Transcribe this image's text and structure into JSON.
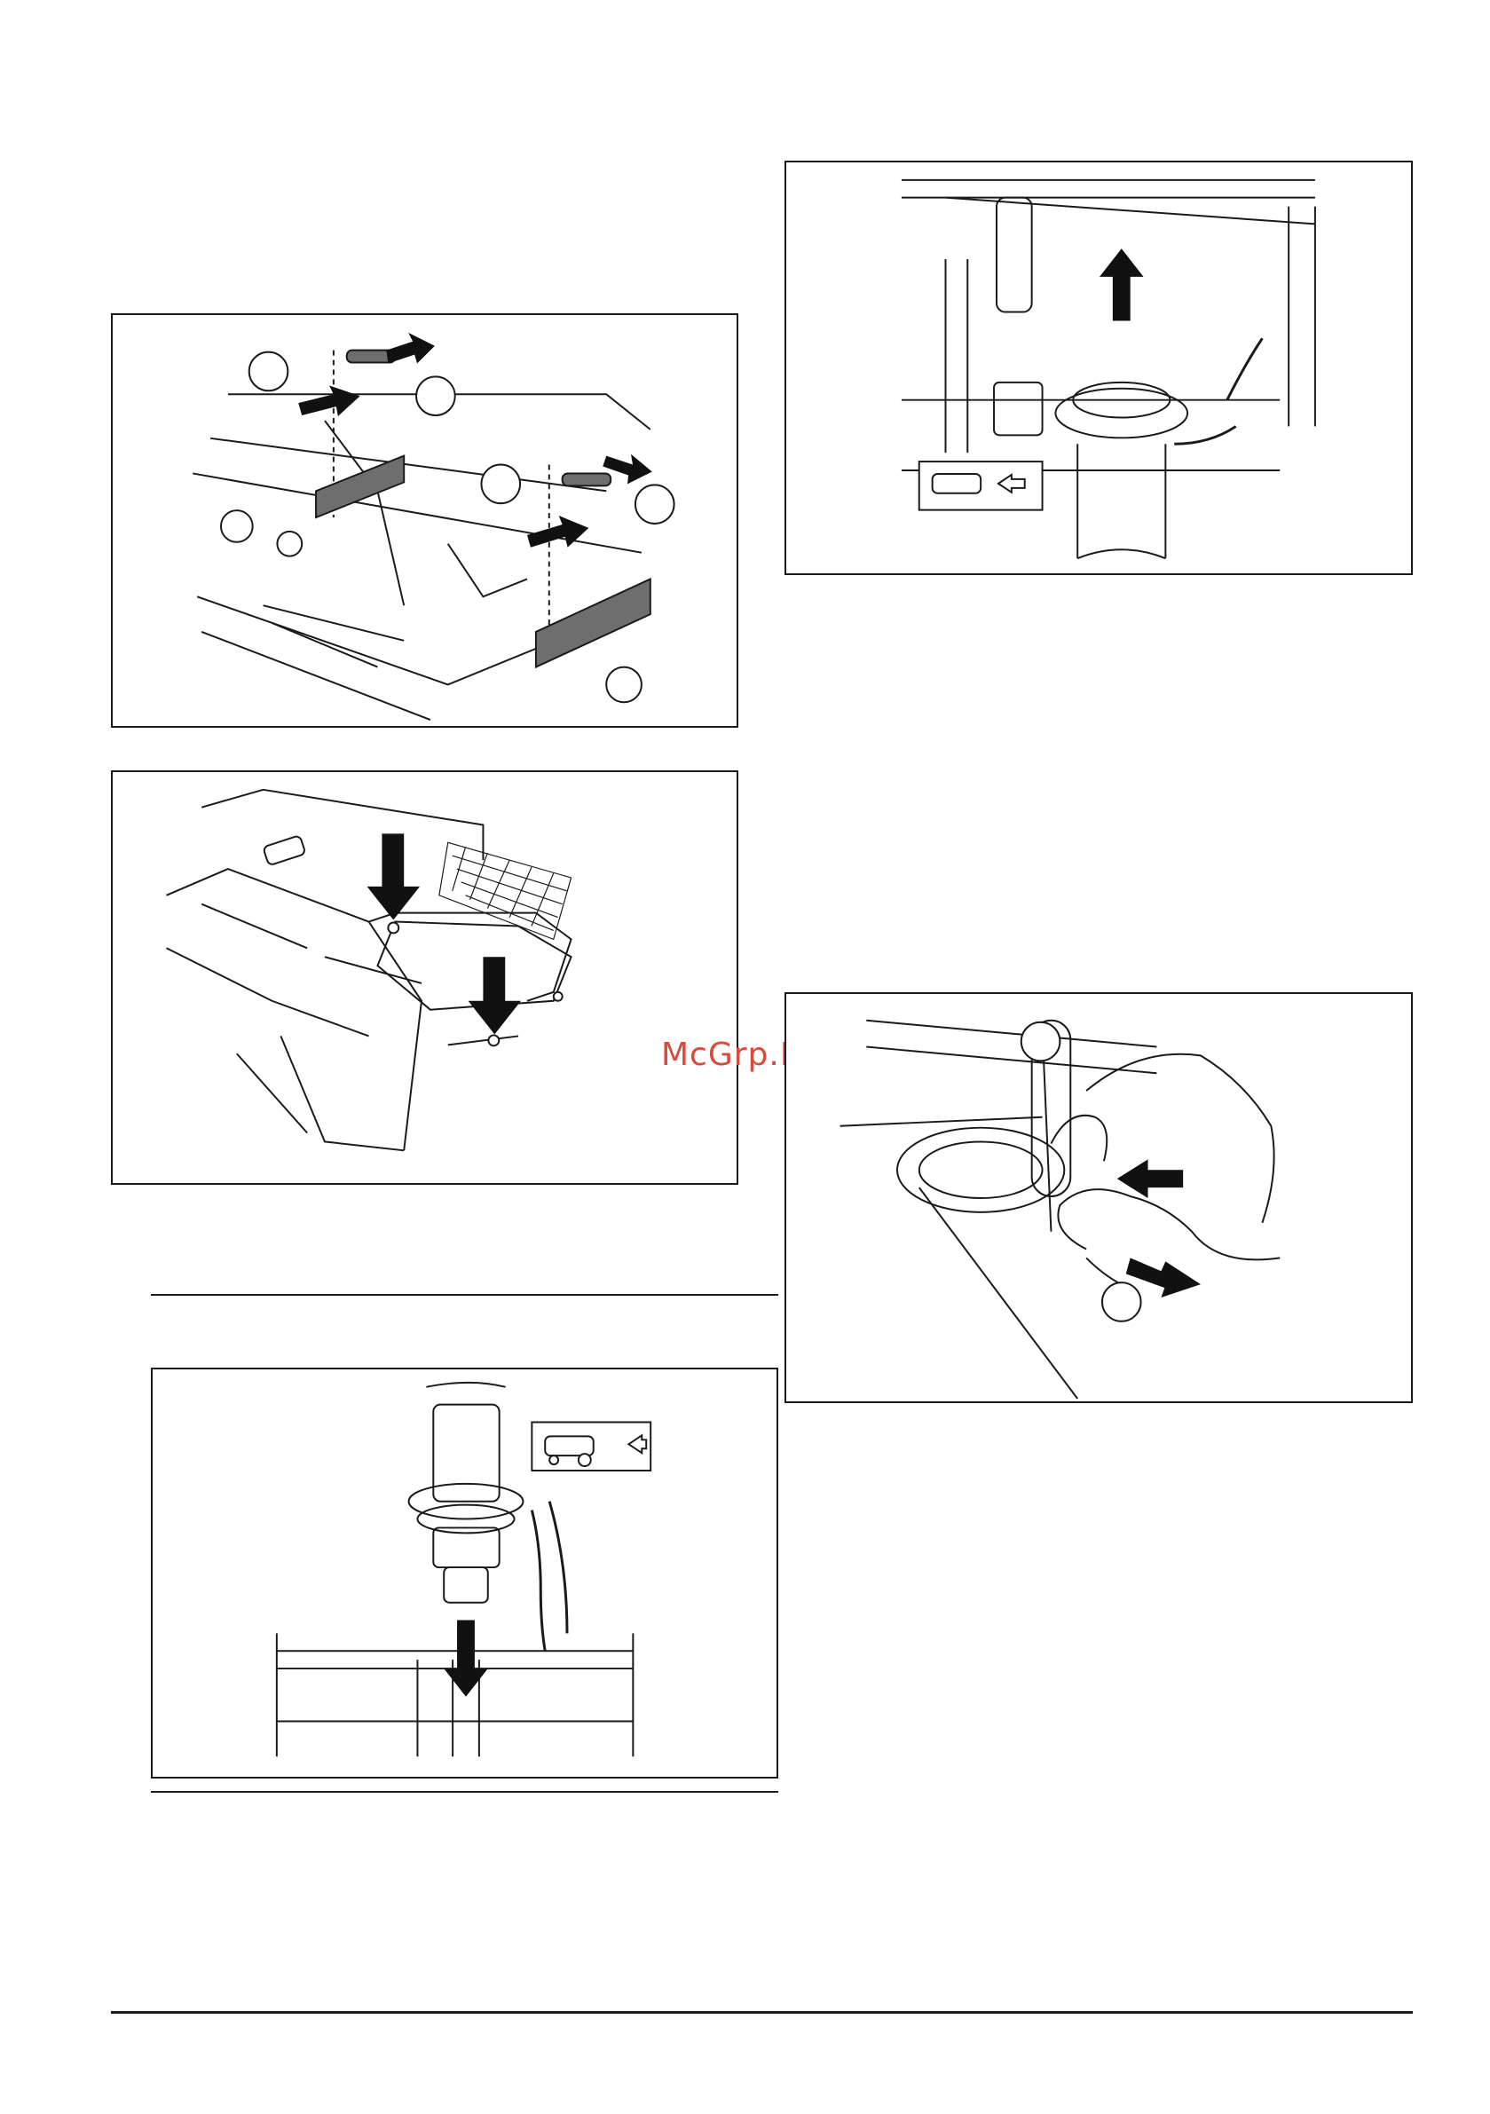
{
  "watermark": {
    "text": "McGrp.Ru",
    "color": "#d94a3a"
  },
  "figures": [
    {
      "id": "fig-hitch-pins",
      "callouts": [
        "",
        "",
        "",
        ""
      ]
    },
    {
      "id": "fig-cover-bolts"
    },
    {
      "id": "fig-pto-shaft-top"
    },
    {
      "id": "fig-shaft-install"
    },
    {
      "id": "fig-collar-release",
      "callouts": [
        "",
        ""
      ]
    }
  ],
  "colors": {
    "line": "#1a1a1a",
    "fill": "#6e6e6e",
    "arrow": "#111111"
  }
}
